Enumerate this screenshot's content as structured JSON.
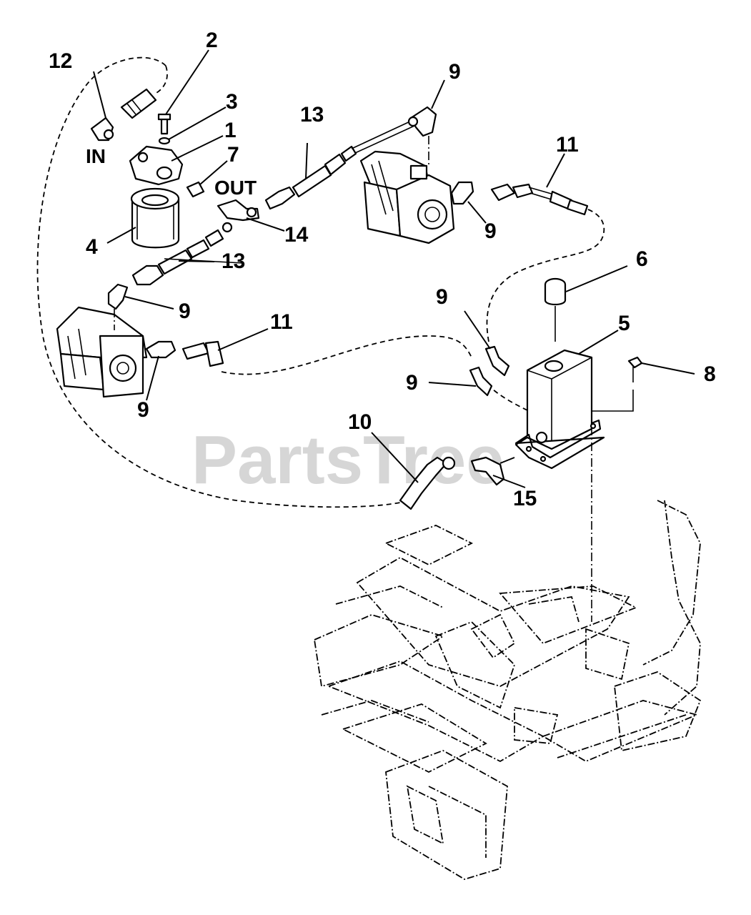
{
  "labels": {
    "in_label": "IN",
    "out_label": "OUT",
    "watermark": "PartsTree"
  },
  "callouts": {
    "c1": "1",
    "c2": "2",
    "c3": "3",
    "c4": "4",
    "c5": "5",
    "c6": "6",
    "c7": "7",
    "c8": "8",
    "c9a": "9",
    "c9b": "9",
    "c9c": "9",
    "c9d": "9",
    "c9e": "9",
    "c9f": "9",
    "c10": "10",
    "c11a": "11",
    "c11b": "11",
    "c12": "12",
    "c13a": "13",
    "c13b": "13",
    "c14": "14",
    "c15": "15"
  }
}
